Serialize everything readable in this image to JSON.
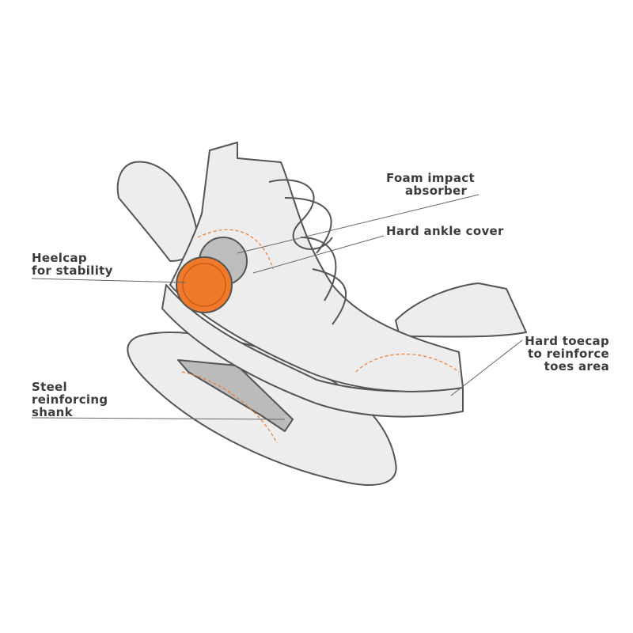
{
  "labels": {
    "foam": [
      "Foam impact",
      "absorber"
    ],
    "ankle": [
      "Hard ankle cover"
    ],
    "heelcap": [
      "Heelcap",
      "for stability"
    ],
    "toecap": [
      "Hard toecap",
      "to reinforce",
      "toes area"
    ],
    "shank": [
      "Steel",
      "reinforcing",
      "shank"
    ]
  },
  "colors": {
    "accent": "#f07a2a",
    "line": "#555555",
    "fill": "#ededed",
    "text": "#3b3b3b"
  }
}
